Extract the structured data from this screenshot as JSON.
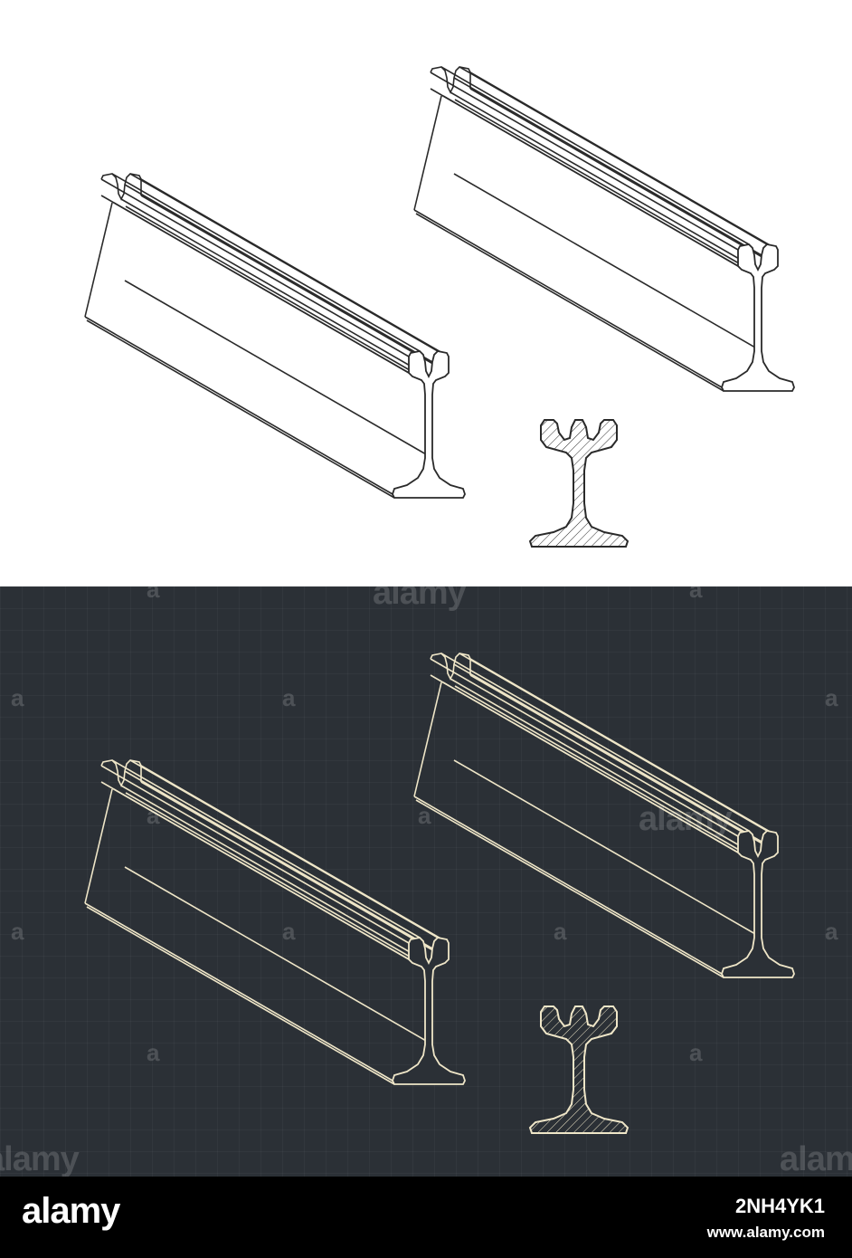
{
  "colors": {
    "light_background": "#ffffff",
    "light_line": "#2a2a2a",
    "dark_background": "#2b3036",
    "dark_line": "#efe6c8",
    "footer_background": "#000000"
  },
  "watermark": {
    "brand_word": "alamy",
    "brand_letter": "a"
  },
  "footer": {
    "logo": "alamy",
    "image_id": "2NH4YK1",
    "site": "www.alamy.com"
  }
}
